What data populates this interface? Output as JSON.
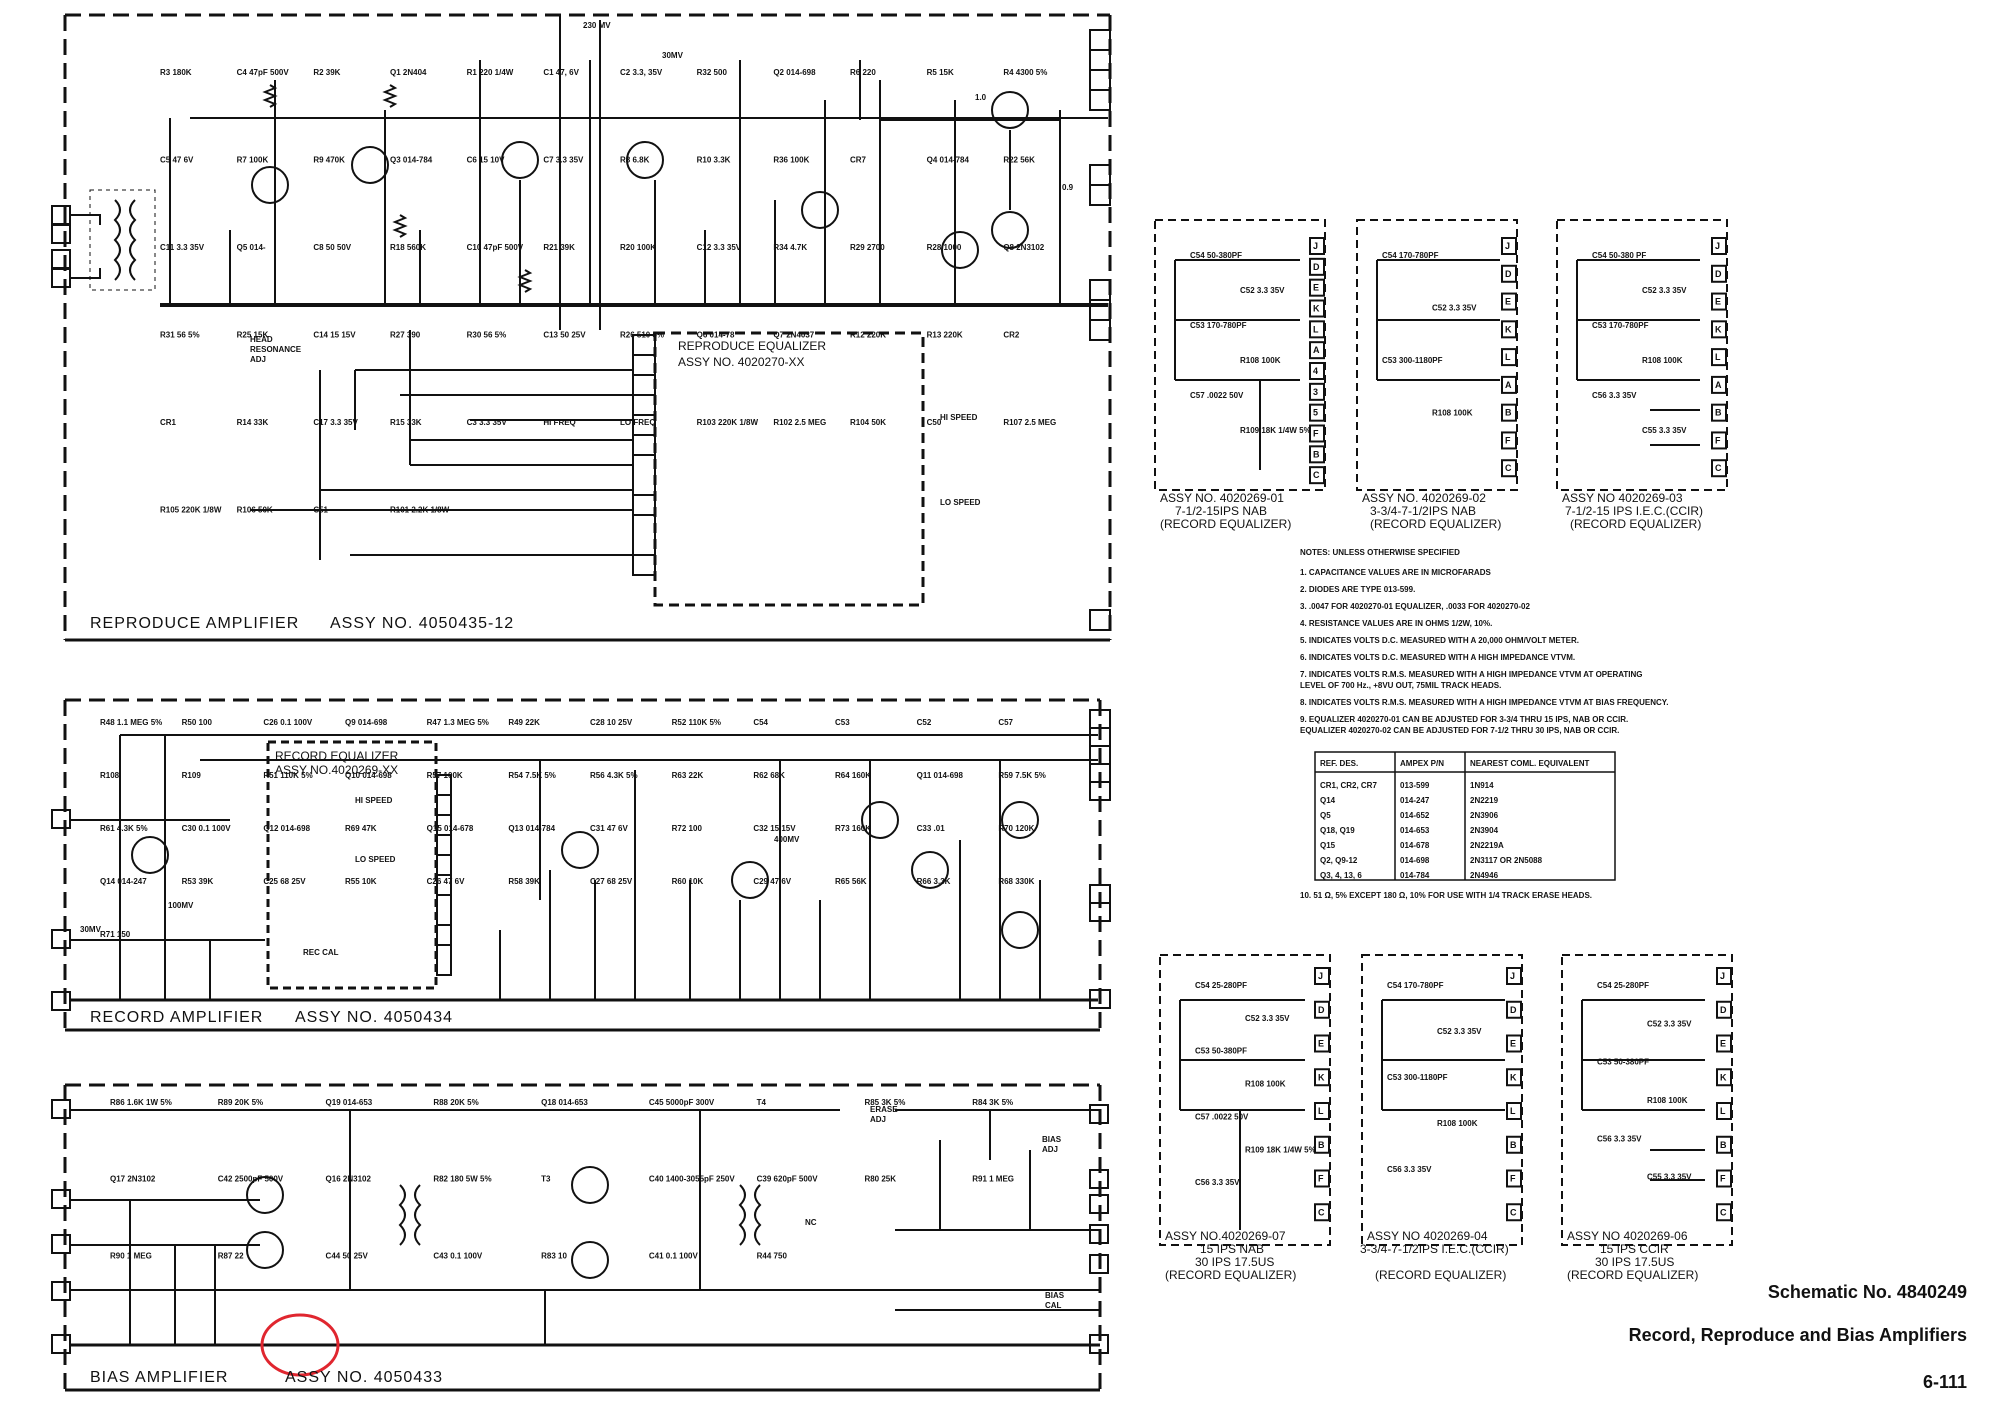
{
  "reproduce": {
    "title": "REPRODUCE AMPLIFIER",
    "assy": "ASSY NO. 4050435-12",
    "eq_title": "REPRODUCE EQUALIZER",
    "eq_assy": "ASSY NO. 4020270-XX",
    "hi_speed": "HI SPEED",
    "lo_speed": "LO SPEED",
    "head_res": [
      "HEAD",
      "RESONANCE",
      "ADJ"
    ],
    "boxed": [
      "230 MV",
      "30MV",
      "1.0",
      "0.9"
    ],
    "parts": [
      "R3 180K",
      "C4 47pF 500V",
      "R2 39K",
      "Q1 2N404",
      "R1 220 1/4W",
      "C1 47, 6V",
      "C2 3.3, 35V",
      "R32 500",
      "Q2 014-698",
      "R6 220",
      "R5 15K",
      "R4 4300 5%",
      "C5 47 6V",
      "R7 100K",
      "R9 470K",
      "Q3 014-784",
      "C6 15 10V",
      "C7 3.3 35V",
      "R8 6.8K",
      "R10 3.3K",
      "R36 100K",
      "CR7",
      "Q4 014-784",
      "R22 56K",
      "C11 3.3 35V",
      "Q5 014-",
      "C8 50 50V",
      "R18 560K",
      "C10 47pF 500V",
      "R21 39K",
      "R20 100K",
      "C12 3.3 35V",
      "R34 4.7K",
      "R29 2700",
      "R28 1000",
      "Q8 2N3102",
      "R31 56 5%",
      "R25 15K",
      "C14 15 15V",
      "R27 390",
      "R30 56 5%",
      "C13 50 25V",
      "R26 510 5%",
      "Q6 014-78",
      "Q7 2N4037",
      "R12 220K",
      "R13 220K",
      "CR2",
      "CR1",
      "R14 33K",
      "C17 3.3 35V",
      "R15 33K",
      "C3 3.3 35V",
      "HI FREQ",
      "LO FREQ",
      "R103 220K 1/8W",
      "R102 2.5 MEG",
      "R104 50K",
      "C50",
      "R107 2.5 MEG",
      "R105 220K 1/8W",
      "R106 50K",
      "C51",
      "R101 2.2K 1/8W"
    ]
  },
  "record": {
    "title": "RECORD AMPLIFIER",
    "assy": "ASSY NO. 4050434",
    "eq_title": "RECORD EQUALIZER",
    "eq_assy": "ASSY NO.4020269-XX",
    "hi_speed": "HI SPEED",
    "lo_speed": "LO SPEED",
    "rec_cal": "REC CAL",
    "boxed": [
      "30MV",
      "100MV",
      "400MV"
    ],
    "parts": [
      "R48 1.1 MEG 5%",
      "R50 100",
      "C26 0.1 100V",
      "Q9 014-698",
      "R47 1.3 MEG 5%",
      "R49 22K",
      "C28 10 25V",
      "R52 110K 5%",
      "C54",
      "C53",
      "C52",
      "C57",
      "R108",
      "R109",
      "R51 110K 5%",
      "Q10 014-698",
      "R57 100K",
      "R54 7.5K 5%",
      "R56 4.3K 5%",
      "R63 22K",
      "R62 68K",
      "R64 160K",
      "Q11 014-698",
      "R59 7.5K 5%",
      "R61 4.3K 5%",
      "C30 0.1 100V",
      "Q12 014-698",
      "R69 47K",
      "Q15 014-678",
      "Q13 014-784",
      "C31 47 6V",
      "R72 100",
      "C32 15 15V",
      "R73 160K",
      "C33 .01",
      "R70 120K",
      "Q14 014-247",
      "R53 39K",
      "C25 68 25V",
      "R55 10K",
      "C26 47 6V",
      "R58 39K",
      "C27 68 25V",
      "R60 10K",
      "C29 47 6V",
      "R65 56K",
      "R66 3.3K",
      "R68 330K",
      "R71 150"
    ]
  },
  "bias": {
    "title": "BIAS AMPLIFIER",
    "assy": "ASSY NO. 4050433",
    "erase_adj": [
      "ERASE",
      "ADJ"
    ],
    "bias_adj": [
      "BIAS",
      "ADJ"
    ],
    "bias_cal": [
      "BIAS",
      "CAL"
    ],
    "nc": "NC",
    "parts": [
      "R86 1.6K 1W 5%",
      "R89 20K 5%",
      "Q19 014-653",
      "R88 20K 5%",
      "Q18 014-653",
      "C45 5000pF 300V",
      "T4",
      "R85 3K 5%",
      "R84 3K 5%",
      "Q17 2N3102",
      "C42 2500pF 500V",
      "Q16 2N3102",
      "R82 180 5W 5%",
      "T3",
      "C40 1400-3055pF 250V",
      "C39 620pF 500V",
      "R80 25K",
      "R91 1 MEG",
      "R90 1 MEG",
      "R87 22",
      "C44 50 25V",
      "C43 0.1 100V",
      "R83 10",
      "C41 0.1 100V",
      "R44 750"
    ]
  },
  "equalizer_variants": [
    {
      "assy": "ASSY NO. 4020269-01",
      "desc": "7-1/2-15IPS  NAB",
      "sub": "(RECORD EQUALIZER)",
      "parts": [
        "C54 50-380PF",
        "C52 3.3 35V",
        "C53 170-780PF",
        "R108 100K",
        "C57 .0022 50V",
        "R109 18K 1/4W 5%"
      ],
      "pins": [
        "J",
        "D",
        "E",
        "K",
        "L",
        "A",
        "4",
        "3",
        "5",
        "F",
        "B",
        "C"
      ]
    },
    {
      "assy": "ASSY NO. 4020269-02",
      "desc": "3-3/4-7-1/2IPS NAB",
      "sub": "(RECORD EQUALIZER)",
      "parts": [
        "C54 170-780PF",
        "C52 3.3 35V",
        "C53 300-1180PF",
        "R108 100K"
      ],
      "pins": [
        "J",
        "D",
        "E",
        "K",
        "L",
        "A",
        "B",
        "F",
        "C"
      ]
    },
    {
      "assy": "ASSY NO 4020269-03",
      "desc": "7-1/2-15 IPS I.E.C.(CCIR)",
      "sub": "(RECORD EQUALIZER)",
      "parts": [
        "C54 50-380 PF",
        "C52 3.3 35V",
        "C53 170-780PF",
        "R108 100K",
        "C56 3.3 35V",
        "C55 3.3 35V"
      ],
      "pins": [
        "J",
        "D",
        "E",
        "K",
        "L",
        "A",
        "B",
        "F",
        "C"
      ]
    },
    {
      "assy": "ASSY NO.4020269-07",
      "desc": "15 IPS NAB",
      "desc2": "30 IPS 17.5US",
      "sub": "(RECORD EQUALIZER)",
      "parts": [
        "C54 25-280PF",
        "C52 3.3 35V",
        "C53 50-380PF",
        "R108 100K",
        "C57 .0022 50V",
        "R109 18K 1/4W 5%",
        "C56 3.3 35V"
      ],
      "pins": [
        "J",
        "D",
        "E",
        "K",
        "L",
        "B",
        "F",
        "C"
      ]
    },
    {
      "assy": "ASSY NO 4020269-04",
      "desc": "3-3/4-7-1/2IPS I.E.C.(CCIR)",
      "sub": "(RECORD EQUALIZER)",
      "parts": [
        "C54 170-780PF",
        "C52 3.3 35V",
        "C53 300-1180PF",
        "R108 100K",
        "C56 3.3 35V"
      ],
      "pins": [
        "J",
        "D",
        "E",
        "K",
        "L",
        "B",
        "F",
        "C"
      ]
    },
    {
      "assy": "ASSY NO 4020269-06",
      "desc": "15 IPS CCIR",
      "desc2": "30 IPS 17.5US",
      "sub": "(RECORD EQUALIZER)",
      "parts": [
        "C54 25-280PF",
        "C52 3.3 35V",
        "C53 50-380PF",
        "R108 100K",
        "C56 3.3 35V",
        "C55 3.3 35V"
      ],
      "pins": [
        "J",
        "D",
        "E",
        "K",
        "L",
        "B",
        "F",
        "C"
      ]
    }
  ],
  "notes": {
    "header": "NOTES: UNLESS OTHERWISE SPECIFIED",
    "items": [
      "1.  CAPACITANCE VALUES ARE IN MICROFARADS",
      "2.  DIODES ARE TYPE 013-599.",
      "3.  .0047 FOR 4020270-01 EQUALIZER, .0033 FOR 4020270-02",
      "4.  RESISTANCE VALUES ARE IN OHMS 1/2W, 10%.",
      "5.  INDICATES VOLTS D.C. MEASURED WITH A 20,000 OHM/VOLT METER.",
      "6.  INDICATES VOLTS D.C. MEASURED WITH A HIGH IMPEDANCE VTVM.",
      "7.  INDICATES VOLTS R.M.S. MEASURED WITH A HIGH IMPEDANCE VTVM AT OPERATING",
      "     LEVEL OF 700 Hz., +8VU OUT, 75MIL TRACK HEADS.",
      "8.  INDICATES VOLTS R.M.S. MEASURED WITH A HIGH IMPEDANCE VTVM AT BIAS FREQUENCY.",
      "9.  EQUALIZER 4020270-01 CAN BE ADJUSTED FOR 3-3/4 THRU 15 IPS, NAB OR CCIR.",
      "     EQUALIZER 4020270-02 CAN BE ADJUSTED FOR 7-1/2 THRU 30 IPS, NAB OR CCIR.",
      "10.  51 Ω, 5% EXCEPT 180 Ω, 10% FOR USE WITH 1/4 TRACK ERASE HEADS."
    ],
    "table_headers": [
      "REF. DES.",
      "AMPEX P/N",
      "NEAREST COML. EQUIVALENT"
    ],
    "table_rows": [
      [
        "CR1, CR2, CR7",
        "013-599",
        "1N914"
      ],
      [
        "Q14",
        "014-247",
        "2N2219"
      ],
      [
        "Q5",
        "014-652",
        "2N3906"
      ],
      [
        "Q18, Q19",
        "014-653",
        "2N3904"
      ],
      [
        "Q15",
        "014-678",
        "2N2219A"
      ],
      [
        "Q2, Q9-12",
        "014-698",
        "2N3117 OR 2N5088"
      ],
      [
        "Q3, 4, 13, 6",
        "014-784",
        "2N4946"
      ]
    ]
  },
  "footer": {
    "schematic": "Schematic No.   4840249",
    "title": "Record, Reproduce and Bias Amplifiers",
    "page": "6-111"
  },
  "colors": {
    "ink": "#111111",
    "highlight": "#e0262f",
    "paper": "#ffffff"
  }
}
